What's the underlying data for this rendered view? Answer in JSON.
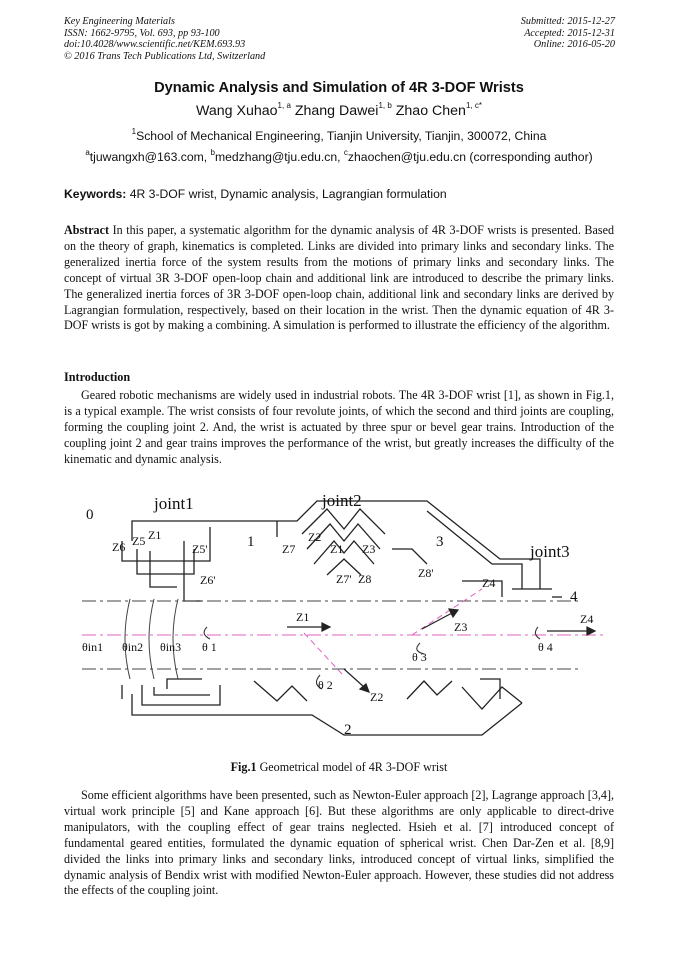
{
  "header": {
    "journal": "Key Engineering Materials",
    "issn": "ISSN: 1662-9795, Vol. 693, pp 93-100",
    "doi": "doi:10.4028/www.scientific.net/KEM.693.93",
    "copyright": "© 2016 Trans Tech Publications Ltd, Switzerland",
    "submitted": "Submitted: 2015-12-27",
    "accepted": "Accepted: 2015-12-31",
    "online": "Online: 2016-05-20"
  },
  "title": "Dynamic Analysis and Simulation of 4R 3-DOF Wrists",
  "authors": [
    {
      "name": "Wang Xuhao",
      "sup": "1, a"
    },
    {
      "name": "Zhang Dawei",
      "sup": "1, b"
    },
    {
      "name": "Zhao Chen",
      "sup": "1, c*"
    }
  ],
  "affiliation": {
    "sup": "1",
    "text": "School of Mechanical Engineering, Tianjin University, Tianjin, 300072, China"
  },
  "emails": {
    "a_sup": "a",
    "a": "tjuwangxh@163.com, ",
    "b_sup": "b",
    "b": "medzhang@tju.edu.cn, ",
    "c_sup": "c",
    "c": "zhaochen@tju.edu.cn (corresponding author)"
  },
  "keywords": {
    "label": "Keywords:",
    "text": " 4R 3-DOF wrist, Dynamic analysis, Lagrangian formulation"
  },
  "abstract": {
    "label": "Abstract",
    "text": " In this paper, a systematic algorithm for the dynamic analysis of 4R 3-DOF wrists is presented. Based on the theory of graph, kinematics is completed. Links are divided into primary links and secondary links. The generalized inertia force of the system results from the motions of primary links and secondary links. The concept of virtual 3R 3-DOF open-loop chain and additional link are introduced to describe the primary links. The generalized inertia forces of 3R 3-DOF open-loop chain, additional link and secondary links are derived by Lagrangian formulation, respectively, based on their location in the wrist. Then the dynamic equation of 4R 3-DOF wrists is got by making a combining. A simulation is performed to illustrate the efficiency of the algorithm."
  },
  "introduction": {
    "heading": "Introduction",
    "para1": "Geared robotic mechanisms are widely used in industrial robots. The 4R 3-DOF wrist [1], as shown in Fig.1, is a typical example. The wrist consists of four revolute joints, of which the second and third joints are coupling, forming the coupling joint 2. And, the wrist is actuated by three spur or bevel gear trains. Introduction of the coupling joint 2 and gear trains improves the performance of the wrist, but greatly increases the difficulty of the kinematic and dynamic analysis.",
    "para2": "Some efficient algorithms have been presented, such as Newton-Euler approach [2], Lagrange approach [3,4], virtual work principle [5] and Kane approach [6]. But these algorithms are only applicable to direct-drive manipulators, with the coupling effect of gear trains neglected. Hsieh et al. [7] introduced concept of fundamental geared entities, formulated the dynamic equation of spherical wrist. Chen Dar-Zen et al. [8,9] divided the links into primary links and secondary links, introduced concept of virtual links, simplified the dynamic analysis of Bendix wrist with modified Newton-Euler approach. However, these studies did not address the effects of the coupling joint."
  },
  "figure": {
    "caption_label": "Fig.1",
    "caption_text": " Geometrical model of 4R 3-DOF wrist",
    "labels": {
      "joint1": "joint1",
      "joint2": "joint2",
      "joint3": "joint3",
      "link0": "0",
      "link1": "1",
      "link2": "2",
      "link3": "3",
      "link4": "4",
      "z1_top": "Z1",
      "z5": "Z5",
      "z6": "Z6",
      "z5p": "Z5'",
      "z6p": "Z6'",
      "z2": "Z2",
      "z7": "Z7",
      "z1_mid": "Z1",
      "z3_top": "Z3",
      "z7p": "Z7'",
      "z8": "Z8",
      "z8p": "Z8'",
      "z4_up": "Z4",
      "z1_axis": "Z1",
      "z3_axis": "Z3",
      "z4_axis": "Z4",
      "z2_axis": "Z2",
      "th_in1": "θin1",
      "th_in2": "θin2",
      "th_in3": "θin3",
      "th1": "θ 1",
      "th2": "θ 2",
      "th3": "θ 3",
      "th4": "θ 4"
    }
  }
}
